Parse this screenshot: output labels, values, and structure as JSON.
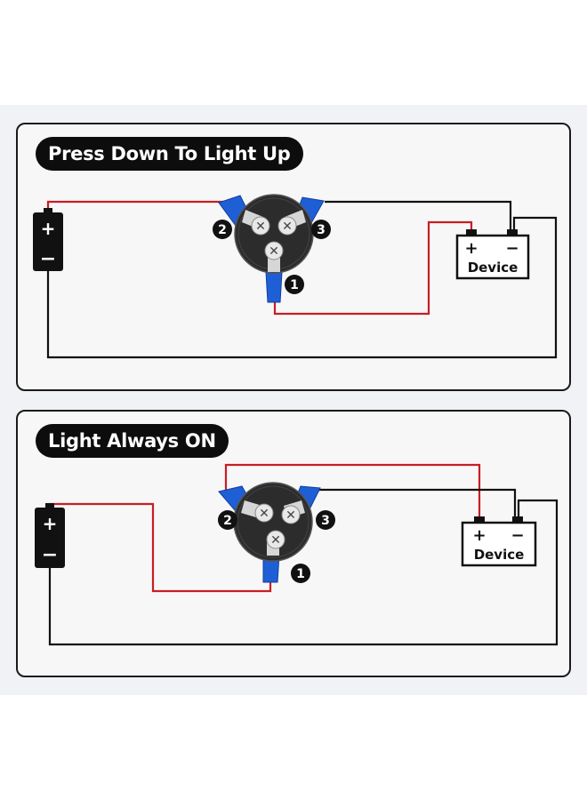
{
  "panels": [
    {
      "title": "Press Down To Light Up",
      "device_label": "Device",
      "terminals": {
        "pin1": "1",
        "pin2": "2",
        "pin3": "3"
      },
      "battery": {
        "plus": "+",
        "minus": "−"
      },
      "device_signs": {
        "plus": "+",
        "minus": "−"
      }
    },
    {
      "title": "Light Always ON",
      "device_label": "Device",
      "terminals": {
        "pin1": "1",
        "pin2": "2",
        "pin3": "3"
      },
      "battery": {
        "plus": "+",
        "minus": "−"
      },
      "device_signs": {
        "plus": "+",
        "minus": "−"
      }
    }
  ],
  "colors": {
    "positive_wire": "#c81e24",
    "negative_wire": "#111111",
    "terminal_blue": "#1f5fd6",
    "switch_body": "#2c2c2c",
    "panel_border": "#1a1a1a"
  }
}
